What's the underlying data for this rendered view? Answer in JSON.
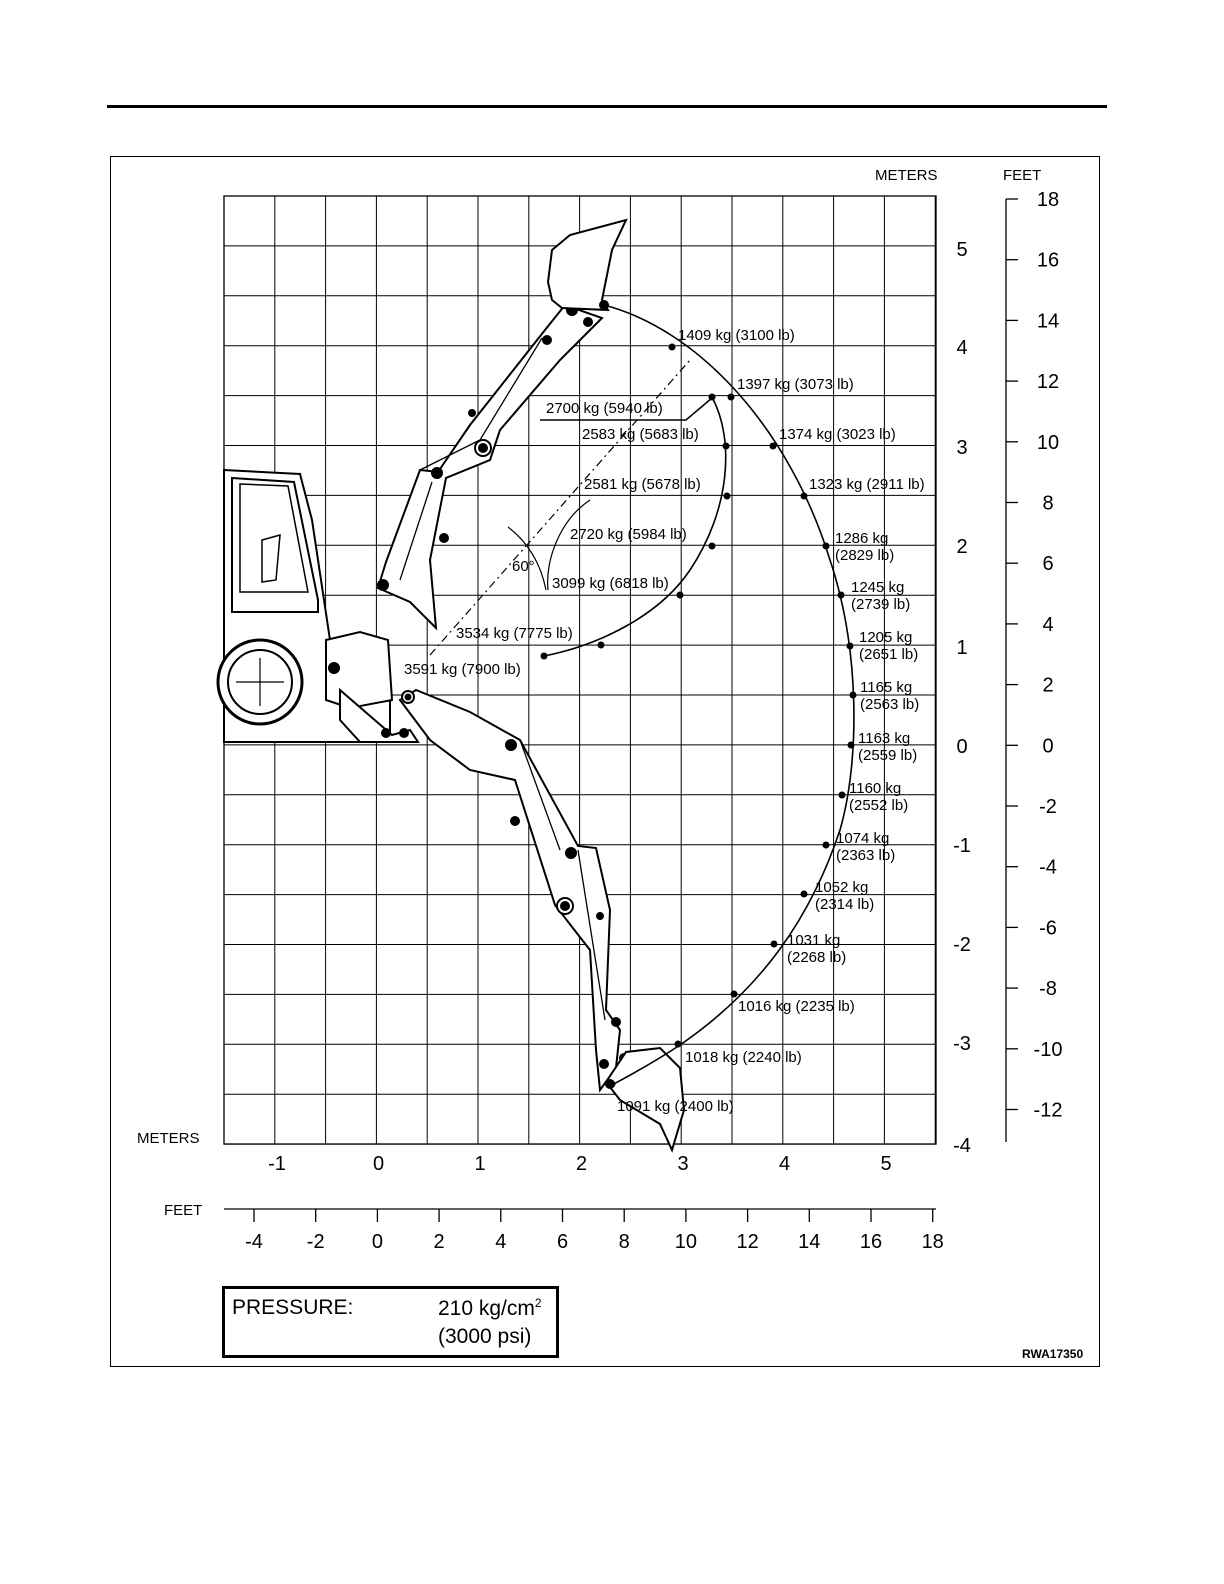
{
  "figure": {
    "ref_code": "RWA17350",
    "meters_label_top": "METERS",
    "feet_label_top": "FEET",
    "meters_label_bottom": "METERS",
    "feet_label_bottom": "FEET"
  },
  "axes": {
    "meters_right": [
      "5",
      "4",
      "3",
      "2",
      "1",
      "0",
      "-1",
      "-2",
      "-3",
      "-4"
    ],
    "feet_right": [
      "18",
      "16",
      "14",
      "12",
      "10",
      "8",
      "6",
      "4",
      "2",
      "0",
      "-2",
      "-4",
      "-6",
      "-8",
      "-10",
      "-12"
    ],
    "meters_bottom": [
      "-1",
      "0",
      "1",
      "2",
      "3",
      "4",
      "5"
    ],
    "feet_bottom": [
      "-4",
      "-2",
      "0",
      "2",
      "4",
      "6",
      "8",
      "10",
      "12",
      "14",
      "16",
      "18"
    ]
  },
  "angle_label": "60°",
  "pressure": {
    "label": "PRESSURE:",
    "value_kg": "210 kg/cm",
    "value_sup": "2",
    "value_psi": "(3000 psi)"
  },
  "inner_points": [
    {
      "label": "2700 kg (5940 lb)"
    },
    {
      "label": "2583 kg (5683 lb)"
    },
    {
      "label": "2581 kg (5678 lb)"
    },
    {
      "label": "2720 kg (5984 lb)"
    },
    {
      "label": "3099 kg (6818 lb)"
    },
    {
      "label": "3534 kg (7775 lb)"
    },
    {
      "label": "3591 kg (7900 lb)"
    }
  ],
  "outer_points": [
    {
      "line1": "1409 kg (3100 lb)",
      "line2": ""
    },
    {
      "line1": "1397 kg (3073 lb)",
      "line2": ""
    },
    {
      "line1": "1374 kg (3023 lb)",
      "line2": ""
    },
    {
      "line1": "1323 kg (2911 lb)",
      "line2": ""
    },
    {
      "line1": "1286 kg",
      "line2": "(2829 lb)"
    },
    {
      "line1": "1245 kg",
      "line2": "(2739 lb)"
    },
    {
      "line1": "1205 kg",
      "line2": "(2651 lb)"
    },
    {
      "line1": "1165 kg",
      "line2": "(2563 lb)"
    },
    {
      "line1": "1163 kg",
      "line2": "(2559 lb)"
    },
    {
      "line1": "1160 kg",
      "line2": "(2552 lb)"
    },
    {
      "line1": "1074 kg",
      "line2": "(2363 lb)"
    },
    {
      "line1": "1052 kg",
      "line2": "(2314 lb)"
    },
    {
      "line1": "1031 kg",
      "line2": "(2268 lb)"
    },
    {
      "line1": "1016 kg (2235 lb)",
      "line2": ""
    },
    {
      "line1": "1018 kg (2240 lb)",
      "line2": ""
    },
    {
      "line1": "1091 kg (2400 lb)",
      "line2": ""
    }
  ]
}
